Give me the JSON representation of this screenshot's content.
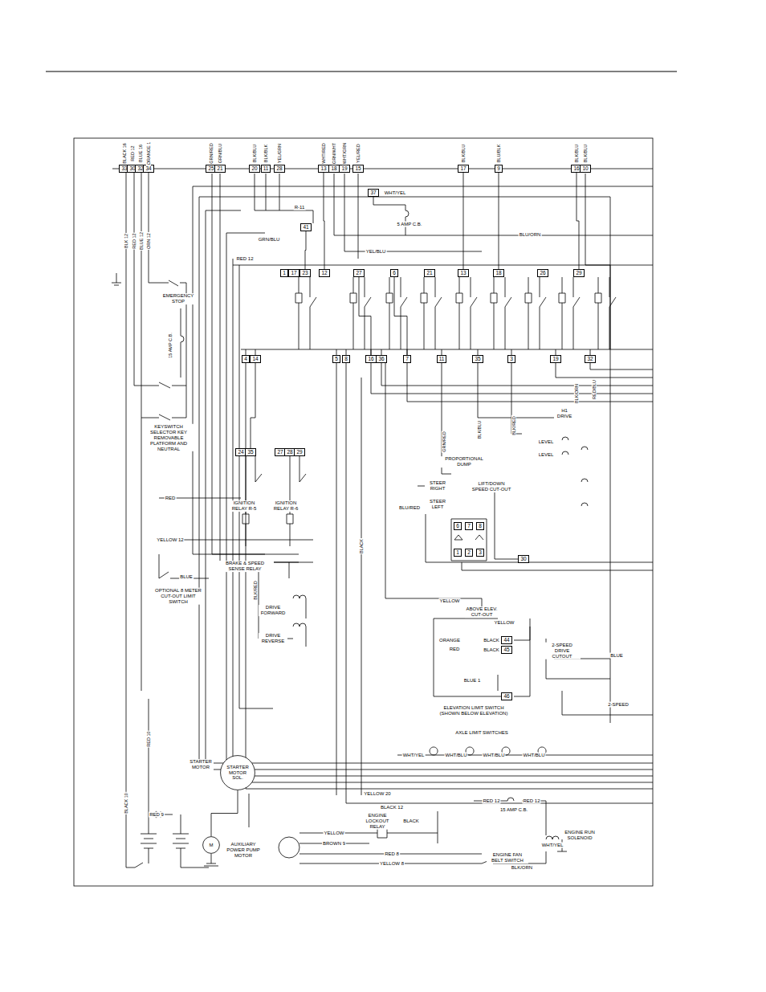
{
  "diagram": {
    "nodes": [
      {
        "text": [
          "33"
        ]
      },
      {
        "text": [
          "30"
        ]
      },
      {
        "text": [
          "32"
        ]
      },
      {
        "text": [
          "34"
        ]
      },
      {
        "text": [
          "25"
        ]
      },
      {
        "text": [
          "21"
        ]
      },
      {
        "text": [
          "20"
        ]
      },
      {
        "text": [
          "11"
        ]
      },
      {
        "text": [
          "28"
        ]
      },
      {
        "text": [
          "13"
        ]
      },
      {
        "text": [
          "18"
        ]
      },
      {
        "text": [
          "19"
        ]
      },
      {
        "text": [
          "15"
        ]
      },
      {
        "text": [
          "17"
        ]
      },
      {
        "text": [
          "9"
        ]
      },
      {
        "text": [
          "16"
        ]
      },
      {
        "text": [
          "10"
        ]
      },
      {
        "text": [
          "37"
        ]
      },
      {
        "text": [
          "41"
        ]
      },
      {
        "text": [
          "1"
        ]
      },
      {
        "text": [
          "17"
        ]
      },
      {
        "text": [
          "23"
        ]
      },
      {
        "text": [
          "12"
        ]
      },
      {
        "text": [
          "27"
        ]
      },
      {
        "text": [
          "6"
        ]
      },
      {
        "text": [
          "21"
        ]
      },
      {
        "text": [
          "13"
        ]
      },
      {
        "text": [
          "18"
        ]
      },
      {
        "text": [
          "26"
        ]
      },
      {
        "text": [
          "29"
        ]
      },
      {
        "text": [
          "4"
        ]
      },
      {
        "text": [
          "14"
        ]
      },
      {
        "text": [
          "5"
        ]
      },
      {
        "text": [
          "8"
        ]
      },
      {
        "text": [
          "16"
        ]
      },
      {
        "text": [
          "36"
        ]
      },
      {
        "text": [
          "7"
        ]
      },
      {
        "text": [
          "11"
        ]
      },
      {
        "text": [
          "35"
        ]
      },
      {
        "text": [
          "3"
        ]
      },
      {
        "text": [
          "19"
        ]
      },
      {
        "text": [
          "32"
        ]
      },
      {
        "text": [
          "24"
        ]
      },
      {
        "text": [
          "35"
        ]
      },
      {
        "text": [
          "27"
        ]
      },
      {
        "text": [
          "28"
        ]
      },
      {
        "text": [
          "29"
        ]
      },
      {
        "text": [
          "6"
        ]
      },
      {
        "text": [
          "7"
        ]
      },
      {
        "text": [
          "8"
        ]
      },
      {
        "text": [
          "1"
        ]
      },
      {
        "text": [
          "2"
        ]
      },
      {
        "text": [
          "3"
        ]
      },
      {
        "text": [
          "30"
        ]
      },
      {
        "text": [
          "44"
        ]
      },
      {
        "text": [
          "45"
        ]
      },
      {
        "text": [
          "46"
        ]
      },
      {
        "text": [
          "STARTER MOTOR SOL."
        ]
      },
      {
        "text": [
          "M"
        ]
      }
    ],
    "edges": [
      {
        "from": 9,
        "to": 22,
        "arrow": "none"
      },
      {
        "from": 13,
        "to": 26,
        "arrow": "none"
      },
      {
        "from": 14,
        "to": 27,
        "arrow": "none"
      },
      {
        "from": 15,
        "to": 29,
        "arrow": "none"
      },
      {
        "from": 18,
        "to": 21,
        "arrow": "none"
      },
      {
        "from": 23,
        "to": 34,
        "arrow": "none"
      },
      {
        "from": 24,
        "to": 36,
        "arrow": "none"
      },
      {
        "from": 57,
        "to": 58,
        "arrow": "none"
      }
    ],
    "labels": [
      "BLACK 16",
      "RED 12",
      "BLUE 16",
      "ORANGE 1",
      "GRN/RED",
      "GRN/BLU",
      "BLK/BLU",
      "BLK/BLK",
      "YEL/GRN",
      "WHT/RED",
      "GRN/WHT",
      "WHT/GRN",
      "YEL/RED",
      "BLK/BLU",
      "BLU/BLK",
      "BLK/BLU",
      "BLK/BLU",
      "BLK 12",
      "RED 12",
      "BLUE 12",
      "ORN 12",
      "WHT/YEL",
      "5 AMP C.B.",
      "R-11",
      "BLU/ORN",
      "YEL/BLU",
      "RED 12",
      "GRN/BLU",
      "EMERGENCY STOP",
      "15 AMP C.B.",
      "KEYSWITCH SELECTOR KEY REMOVABLE PLATFORM AND NEUTRAL",
      "IGNITION RELAY R-5",
      "IGNITION RELAY R-6",
      "RED",
      "YELLOW 12",
      "BLUE",
      "OPTIONAL 8 METER CUT-OUT LIMIT SWITCH",
      "BRAKE & SPEED SENSE RELAY",
      "DRIVE FORWARD",
      "DRIVE REVERSE",
      "BLACK",
      "GRN/RED",
      "BLK/BLU",
      "BLK/RED",
      "BLK/ORN",
      "RED/BLU",
      "PROPORTIONAL DUMP",
      "STEER RIGHT",
      "STEER LEFT",
      "BLU/RED",
      "LIFT/DOWN SPEED CUT-OUT",
      "H1 DRIVE",
      "LEVEL",
      "LEVEL",
      "ABOVE ELEV. CUT-OUT",
      "YELLOW",
      "YELLOW",
      "ORANGE",
      "RED",
      "BLACK",
      "BLACK",
      "BLUE 1",
      "ELEVATION LIMIT SWITCH (SHOWN BELOW ELEVATION)",
      "2-SPEED DRIVE CUTOUT",
      "BLUE",
      "2-SPEED",
      "AXLE LIMIT SWITCHES",
      "WHT/YEL",
      "WHT/BLU",
      "WHT/BLU",
      "WHT/BLU",
      "YELLOW 20",
      "BLACK 12",
      "RED 12",
      "15 AMP C.B.",
      "RED 12",
      "ENGINE RUN SOLENOID",
      "WHT/YEL",
      "YELLOW",
      "BROWN 9",
      "RED 8",
      "YELLOW 8",
      "ENGINE LOCKOUT RELAY",
      "BLACK",
      "ENGINE FAN BELT SWITCH",
      "BLK/ORN",
      "RED 9",
      "STARTER MOTOR",
      "AUXILIARY POWER PUMP MOTOR",
      "RED 10",
      "BLACK 10",
      "BLK/RED"
    ]
  }
}
